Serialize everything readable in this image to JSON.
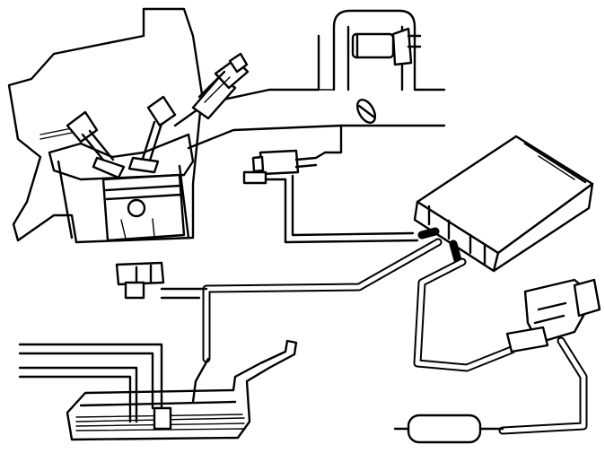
{
  "figure": {
    "components": [
      {
        "id": "engine-cylinder-head",
        "icon": "engine-icon"
      },
      {
        "id": "fuel-injector",
        "icon": "injector-icon"
      },
      {
        "id": "intake-valve",
        "icon": "valve-icon"
      },
      {
        "id": "exhaust-valve",
        "icon": "valve-icon"
      },
      {
        "id": "piston",
        "icon": "piston-icon"
      },
      {
        "id": "throttle-body",
        "icon": "throttle-icon"
      },
      {
        "id": "idle-air-control-valve",
        "icon": "iac-valve-icon"
      },
      {
        "id": "evap-purge-solenoid",
        "icon": "solenoid-icon"
      },
      {
        "id": "evap-canister",
        "icon": "canister-icon"
      },
      {
        "id": "fuel-tank-pressure-sensor",
        "icon": "sensor-icon"
      },
      {
        "id": "fuel-tank",
        "icon": "tank-icon"
      },
      {
        "id": "vent-solenoid-valve",
        "icon": "solenoid-icon"
      },
      {
        "id": "vent-filter",
        "icon": "filter-icon"
      }
    ],
    "colors": {
      "stroke": "#000000",
      "background": "#ffffff"
    }
  }
}
